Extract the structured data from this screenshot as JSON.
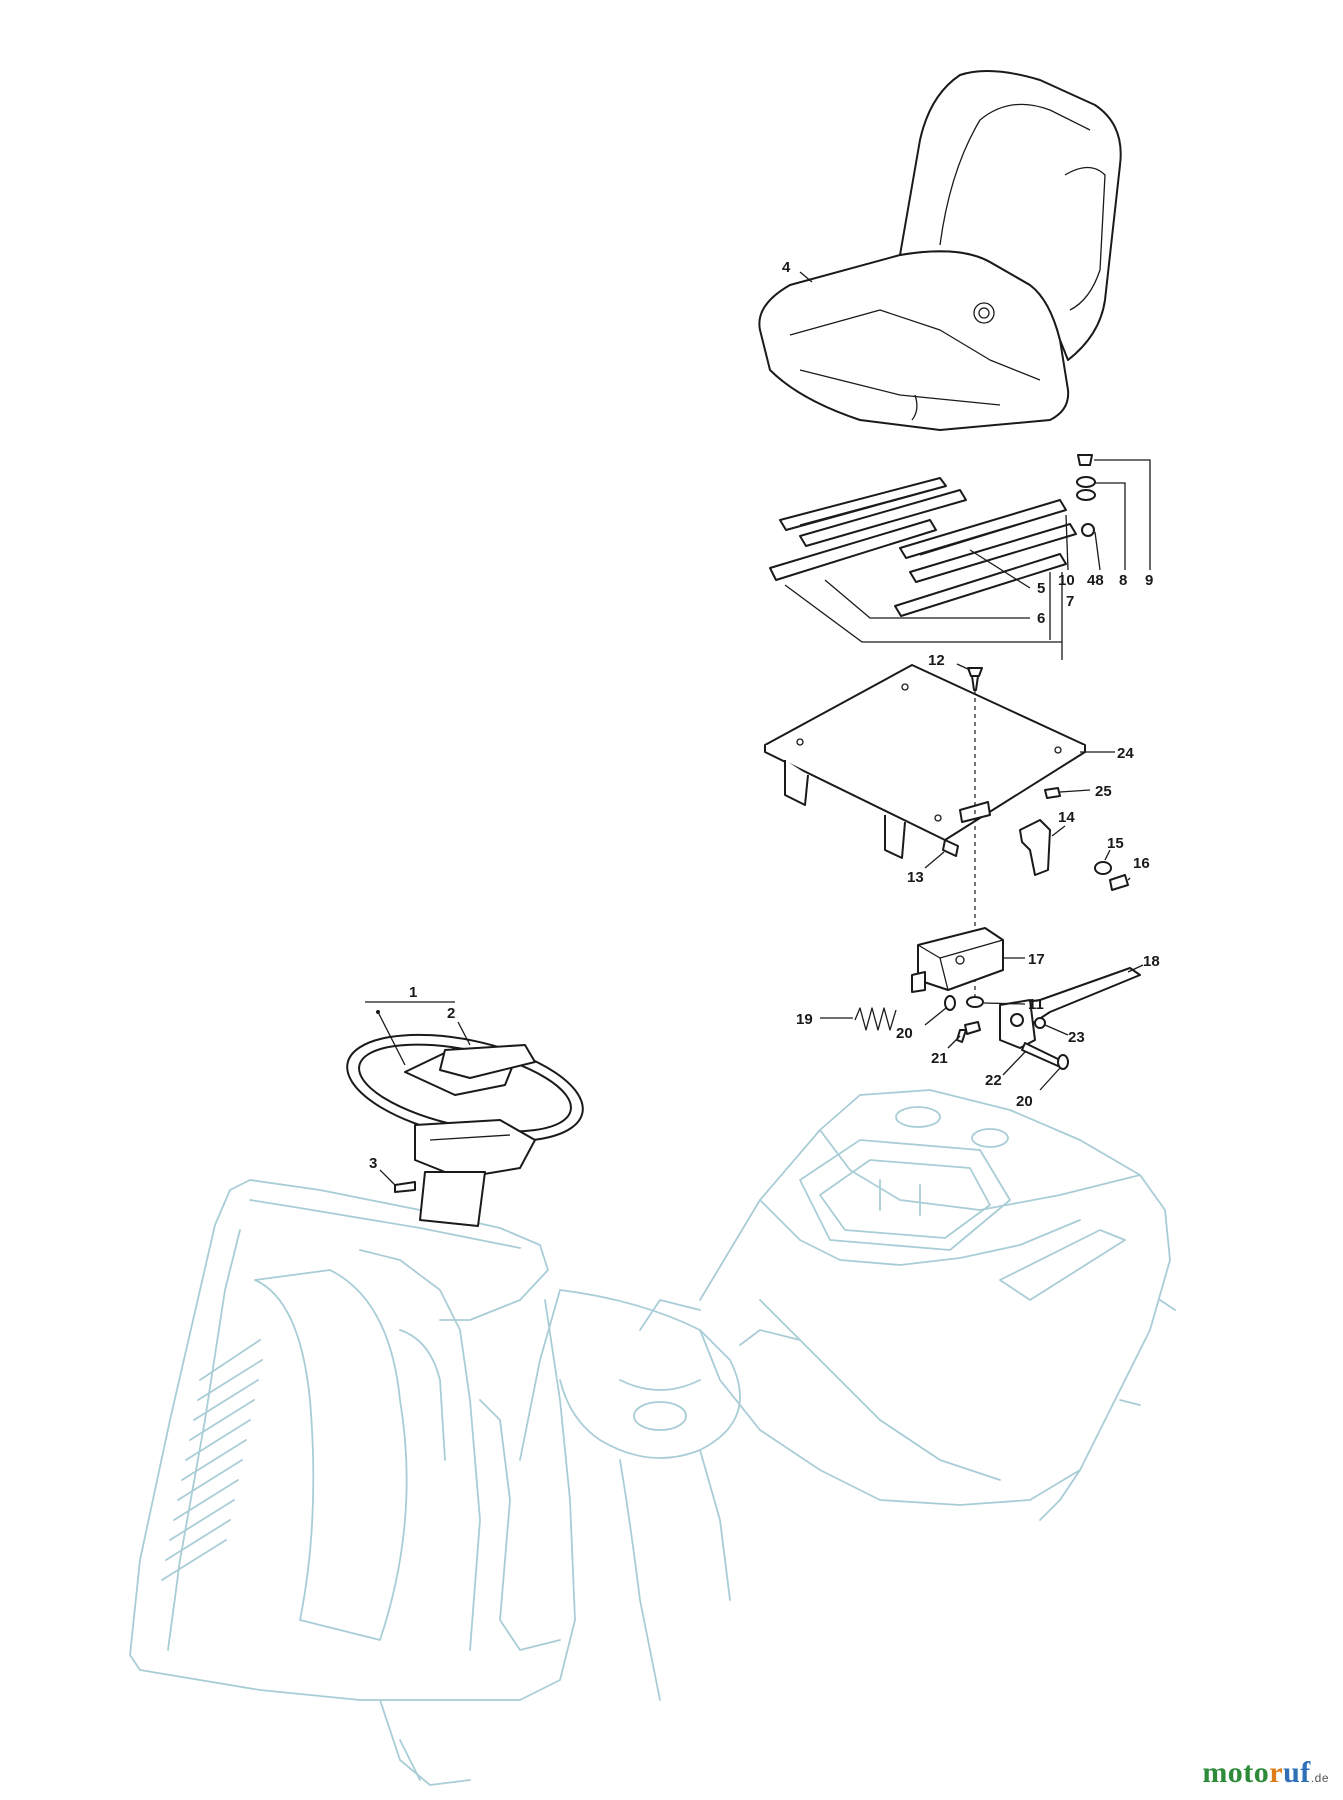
{
  "diagram": {
    "part_numbers": [
      "1",
      "2",
      "3",
      "4",
      "5",
      "6",
      "7",
      "8",
      "9",
      "10",
      "11",
      "12",
      "13",
      "14",
      "15",
      "16",
      "17",
      "18",
      "19",
      "20",
      "20",
      "21",
      "22",
      "23",
      "24",
      "25",
      "48"
    ]
  },
  "brand": {
    "part1": "moto",
    "part2": "r",
    "part3": "uf",
    "tld": ".de"
  },
  "colors": {
    "line_art": "#1a1a1a",
    "body_outline": "#a9cdd6",
    "brand_green": "#2e8b3a",
    "brand_orange": "#e07b1a",
    "brand_blue": "#2e6fb5"
  }
}
